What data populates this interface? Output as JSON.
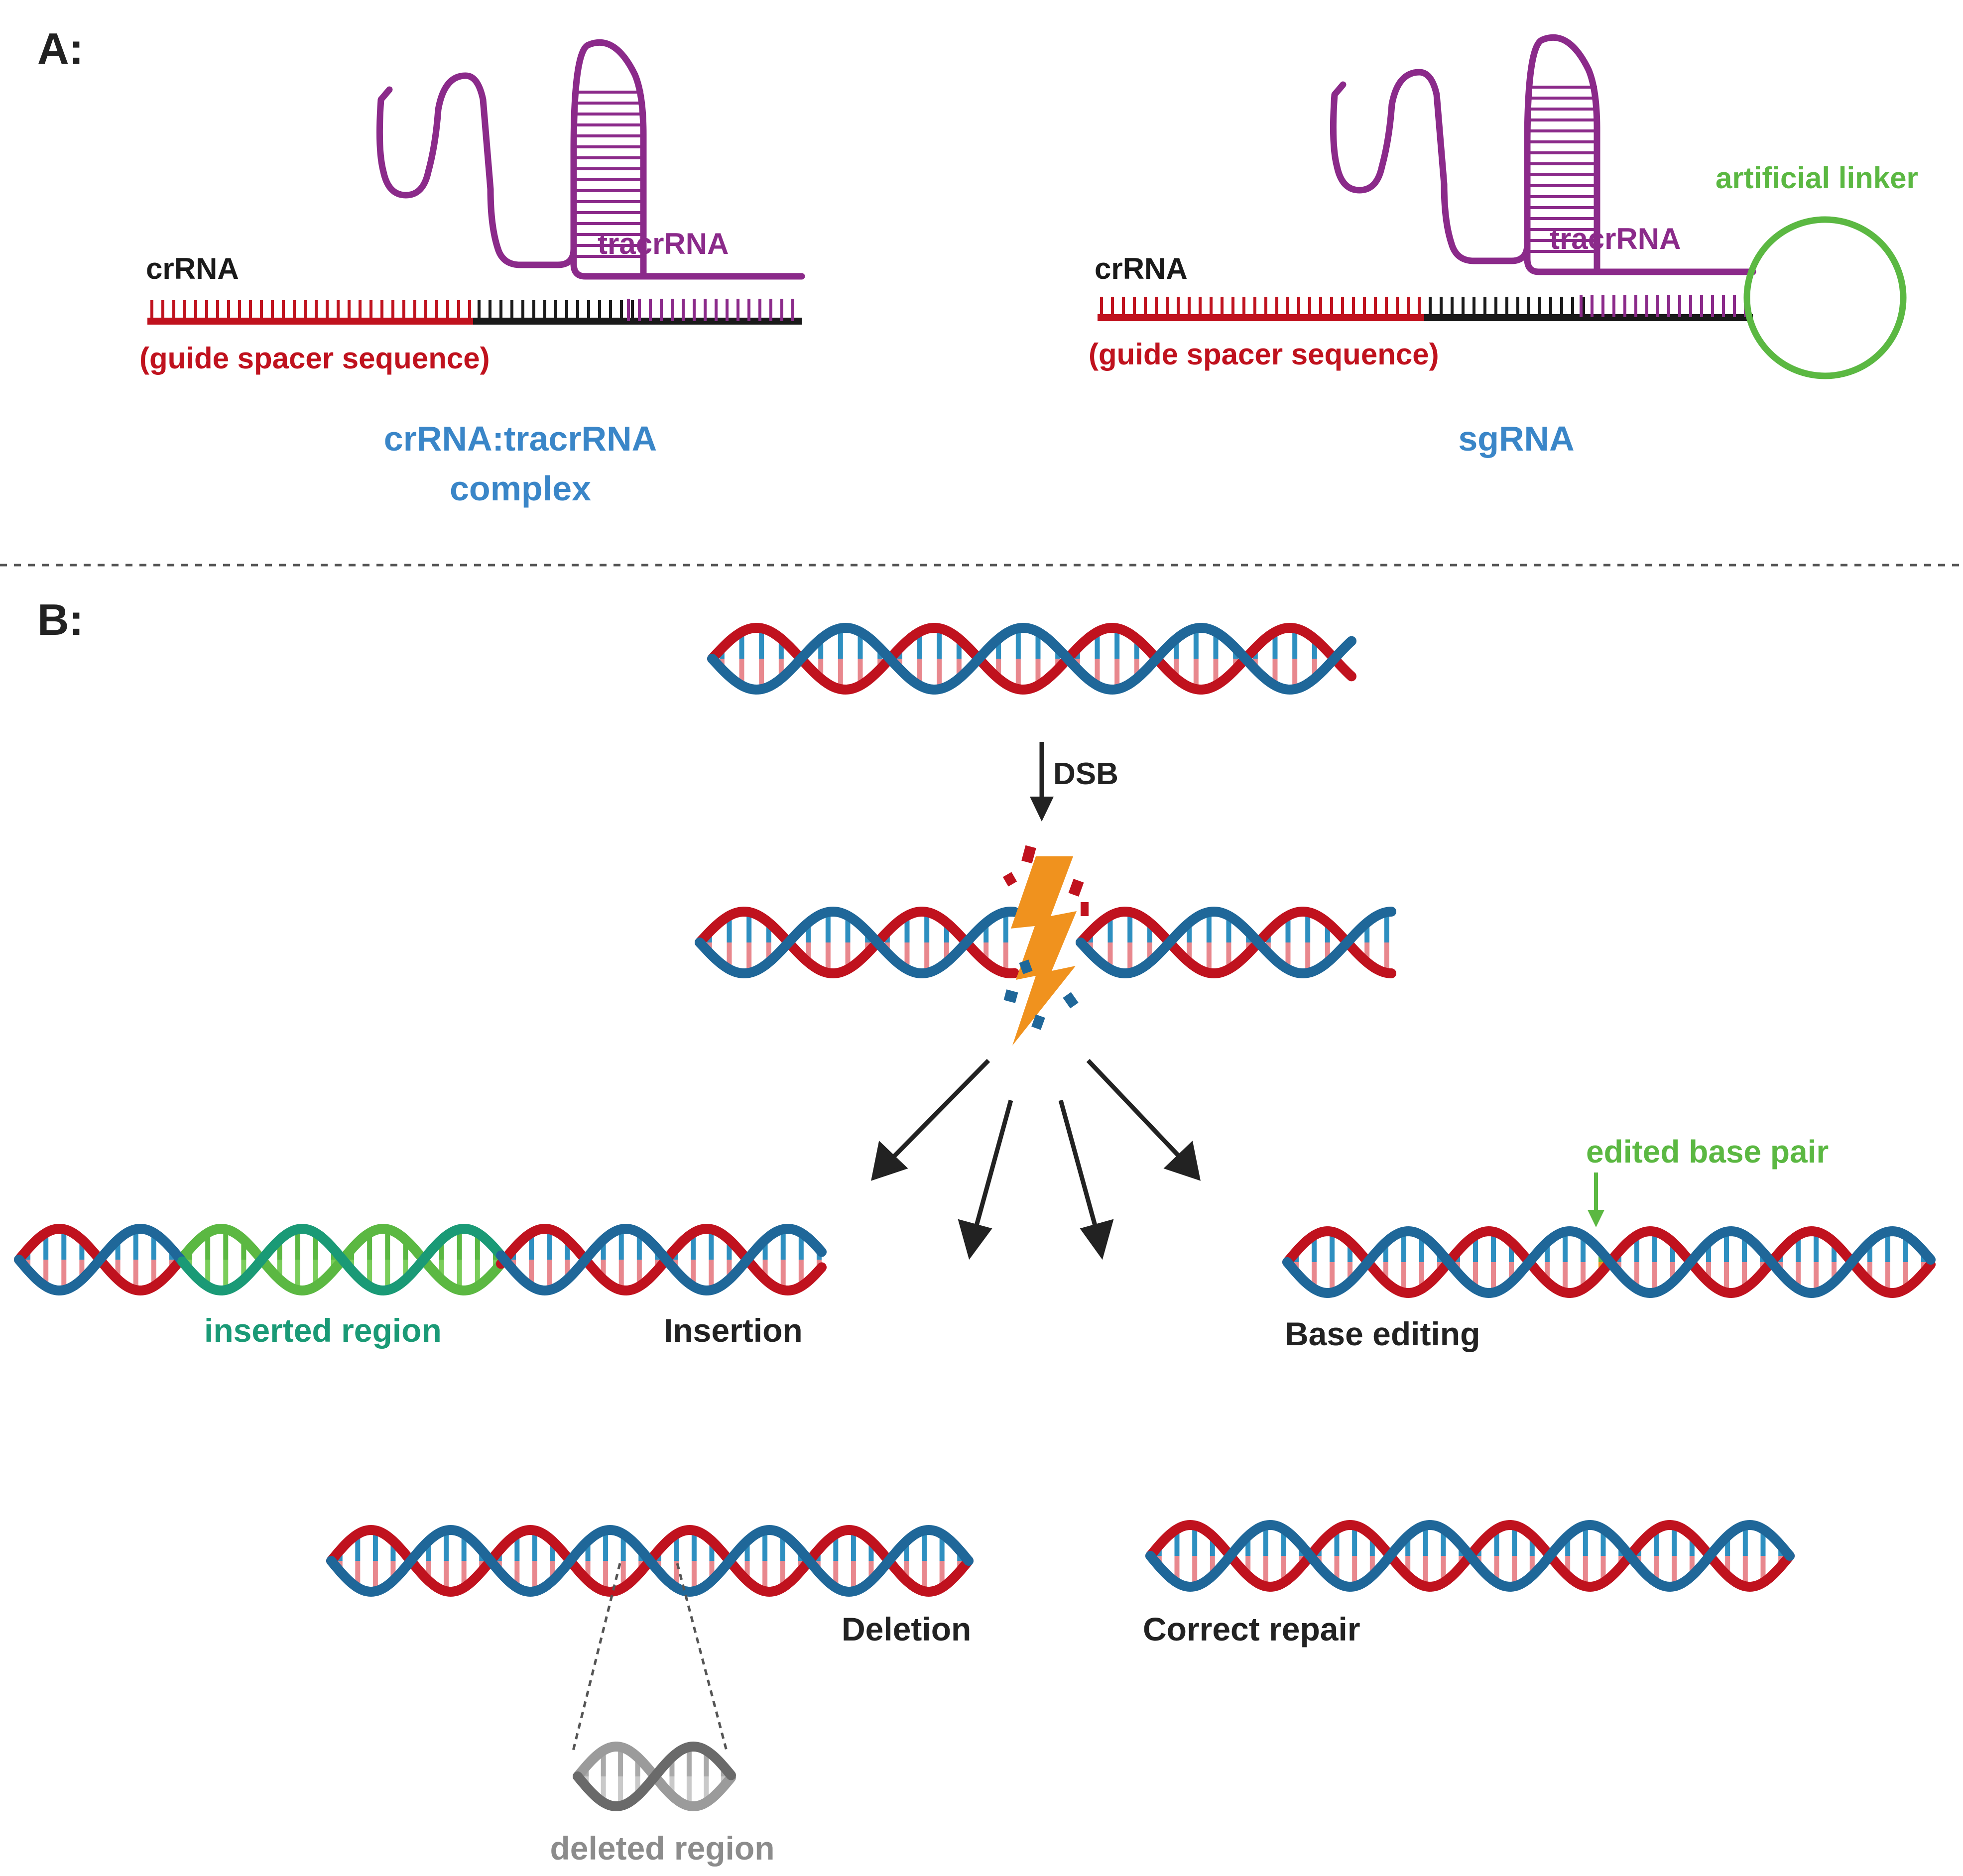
{
  "panel_a": {
    "label": "A:",
    "left": {
      "crrna": "crRNA",
      "tracrrna": "tracrRNA",
      "guide": "(guide spacer sequence)",
      "caption_line1": "crRNA:tracrRNA",
      "caption_line2": "complex"
    },
    "right": {
      "crrna": "crRNA",
      "tracrrna": "tracrRNA",
      "guide": "(guide spacer sequence)",
      "linker": "artificial linker",
      "caption": "sgRNA"
    }
  },
  "panel_b": {
    "label": "B:",
    "dsb": "DSB",
    "insertion": "Insertion",
    "inserted_region": "inserted region",
    "base_editing": "Base editing",
    "edited_base_pair": "edited base pair",
    "deletion": "Deletion",
    "deleted_region": "deleted region",
    "correct_repair": "Correct repair"
  },
  "colors": {
    "strand_red": "#c0121e",
    "strand_blue": "#1f6799",
    "rung_red": "#e8888e",
    "rung_blue": "#2e8fc0",
    "purple": "#8b2a8a",
    "caption_blue": "#3a86c8",
    "green": "#5bb842",
    "teal": "#1a9a76",
    "orange": "#f0921e",
    "gray": "#8c8c8c",
    "dark": "#222222"
  }
}
